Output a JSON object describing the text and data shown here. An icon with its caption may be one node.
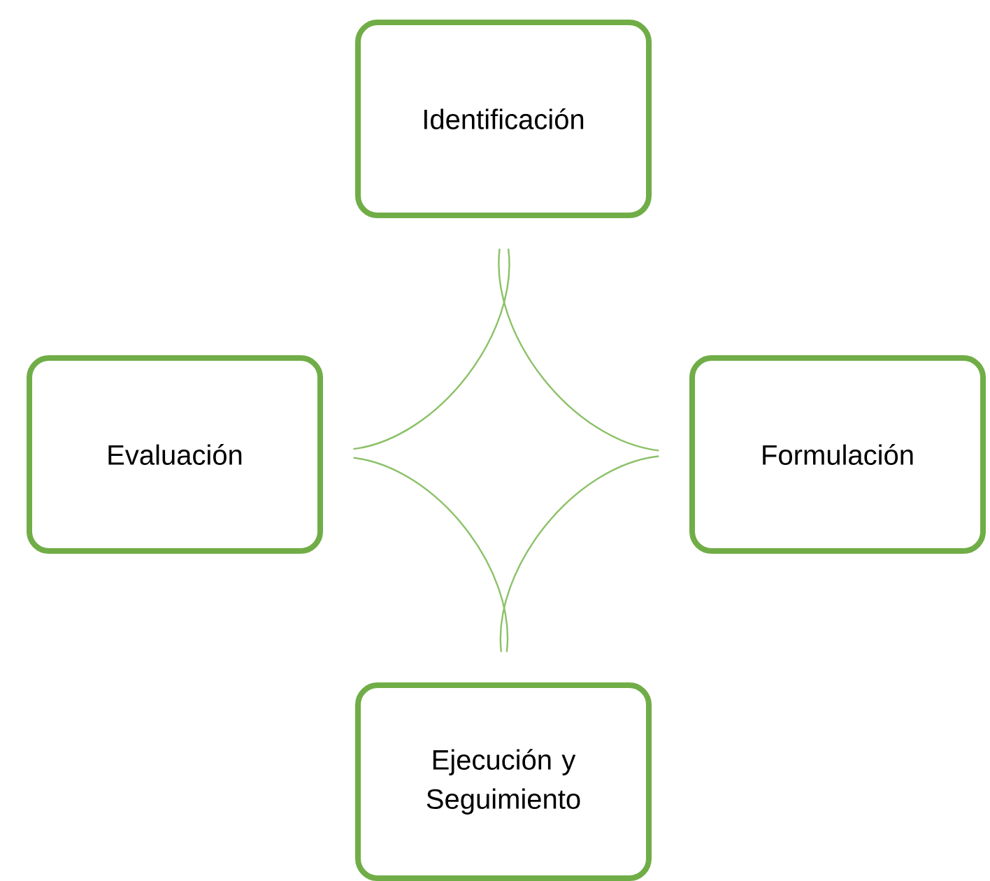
{
  "diagram": {
    "nodes": [
      {
        "text": [
          "Identificación"
        ]
      },
      {
        "text": [
          "Formulación"
        ]
      },
      {
        "text": [
          "Ejecución y Seguimiento"
        ]
      },
      {
        "text": [
          "Evaluación"
        ]
      }
    ],
    "edges": [
      {
        "from": 0,
        "to": 1,
        "arrow": "none"
      },
      {
        "from": 1,
        "to": 2,
        "arrow": "none"
      },
      {
        "from": 2,
        "to": 3,
        "arrow": "none"
      },
      {
        "from": 3,
        "to": 0,
        "arrow": "none"
      }
    ]
  }
}
